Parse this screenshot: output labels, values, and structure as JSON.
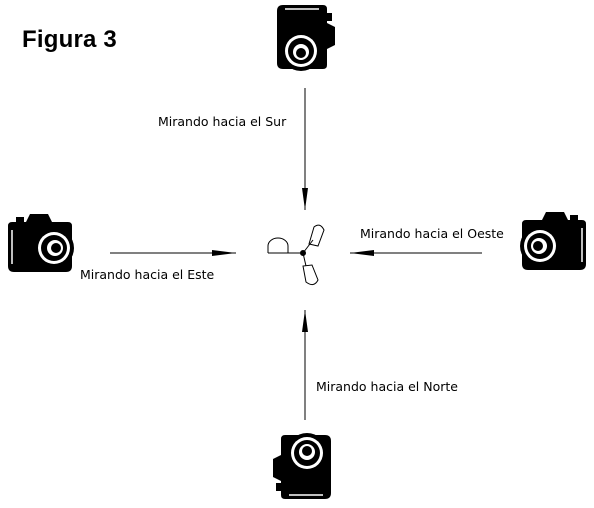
{
  "figure": {
    "title": "Figura 3"
  },
  "labels": {
    "north_camera": "Mirando hacia el Sur",
    "west_camera": "Mirando hacia el Este",
    "east_camera": "Mirando hacia el Oeste",
    "south_camera": "Mirando hacia el Norte"
  },
  "icons": {
    "camera": "camera-icon",
    "center": "tripod-icon",
    "arrow": "arrow-icon"
  },
  "colors": {
    "ink": "#000000",
    "background": "#ffffff"
  }
}
